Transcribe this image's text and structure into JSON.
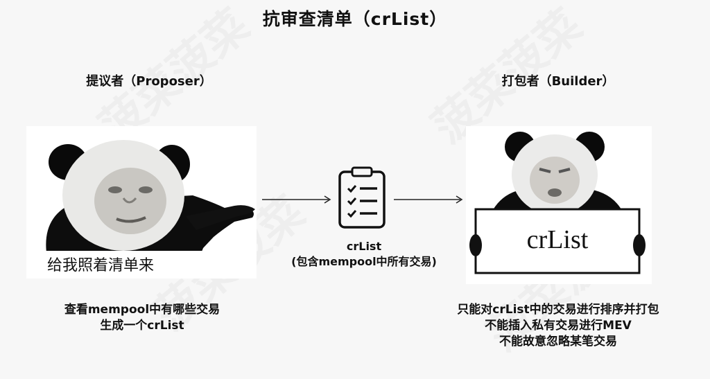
{
  "title": "抗审查清单（crList）",
  "proposer": {
    "role": "提议者（Proposer）",
    "meme_caption": "给我照着清单来",
    "desc_lines": [
      "查看mempool中有哪些交易",
      "生成一个crList"
    ]
  },
  "middle": {
    "icon": "clipboard-checklist-icon",
    "label_line1": "crList",
    "label_line2": "(包含mempool中所有交易)"
  },
  "builder": {
    "role": "打包者（Builder）",
    "card_text": "crList",
    "desc_lines": [
      "只能对crList中的交易进行排序并打包",
      "不能插入私有交易进行MEV",
      "不能故意忽略某笔交易"
    ]
  },
  "watermark_text": "菠菜菠菜"
}
